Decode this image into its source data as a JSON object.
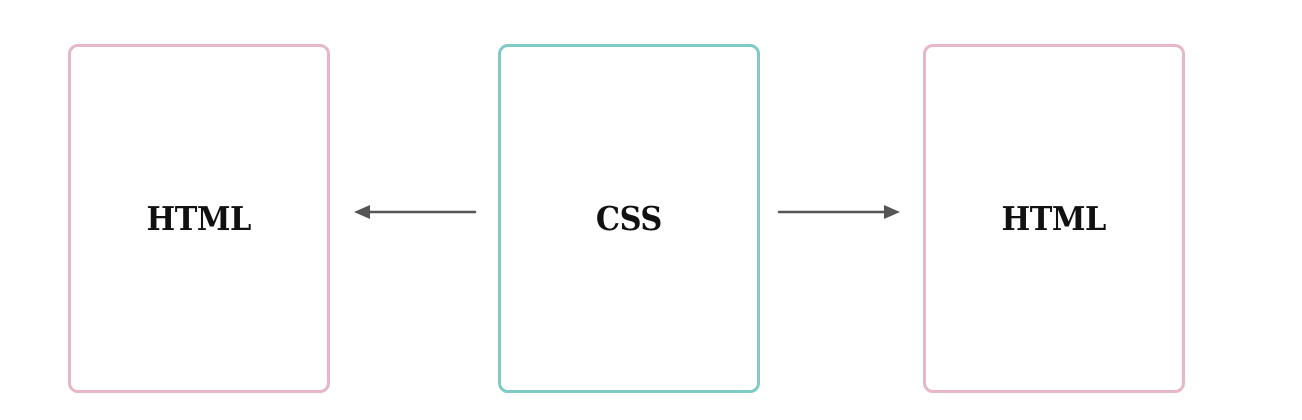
{
  "diagram": {
    "left_box": {
      "label": "HTML"
    },
    "center_box": {
      "label": "CSS"
    },
    "right_box": {
      "label": "HTML"
    }
  },
  "colors": {
    "html_border": "#e7b6c8",
    "css_border": "#7ecac6",
    "arrow": "#555555",
    "text": "#111111"
  },
  "icons": {
    "left_arrow": "arrow-left-icon",
    "right_arrow": "arrow-right-icon"
  }
}
